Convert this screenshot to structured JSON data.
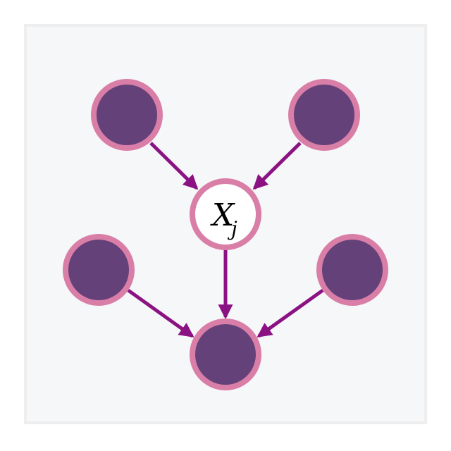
{
  "diagram": {
    "node_label": {
      "main": "X",
      "subscript": "j"
    },
    "colors": {
      "panel_fill": "#f6f7f9",
      "panel_border": "#eeeeee",
      "node_fill": "#65417a",
      "node_ring": "#d97ea7",
      "center_fill": "#ffffff",
      "edge": "#8b1283"
    },
    "nodes": [
      {
        "id": "parent-left",
        "role": "parent",
        "filled": true
      },
      {
        "id": "parent-right",
        "role": "parent",
        "filled": true
      },
      {
        "id": "center-xj",
        "role": "variable",
        "filled": false
      },
      {
        "id": "coparent-left",
        "role": "co-parent",
        "filled": true
      },
      {
        "id": "coparent-right",
        "role": "co-parent",
        "filled": true
      },
      {
        "id": "child-bottom",
        "role": "child",
        "filled": true
      }
    ],
    "edges": [
      {
        "from": "parent-left",
        "to": "center-xj"
      },
      {
        "from": "parent-right",
        "to": "center-xj"
      },
      {
        "from": "center-xj",
        "to": "child-bottom"
      },
      {
        "from": "coparent-left",
        "to": "child-bottom"
      },
      {
        "from": "coparent-right",
        "to": "child-bottom"
      }
    ]
  }
}
